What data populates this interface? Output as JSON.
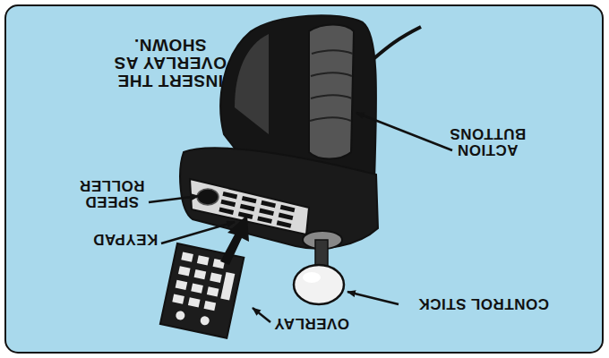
{
  "diagram": {
    "labels": [
      "INSERT THE OVERLAY AS SHOWN.",
      "ACTION BUTTONS",
      "SPEED ROLLER",
      "KEYPAD",
      "CONTROL STICK",
      "OVERLAY"
    ]
  }
}
